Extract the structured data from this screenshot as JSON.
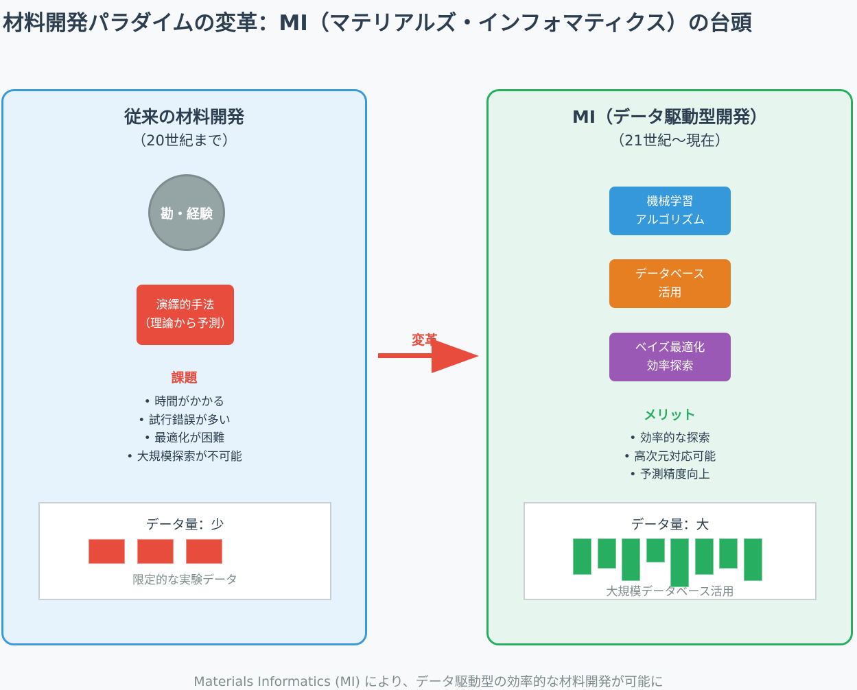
{
  "title": "材料開発パラダイムの変革：MI（マテリアルズ・インフォマティクス）の台頭",
  "colors": {
    "left_accent": "#3a9ad9",
    "right_accent": "#27ae60",
    "challenge_red": "#e74c3c",
    "ml_blue": "#3498db",
    "db_orange": "#e67e22",
    "bayes_purple": "#9b59b6",
    "intuition_gray": "#95a5a6"
  },
  "left_panel": {
    "title": "従来の材料開発",
    "subtitle": "（20世紀まで）",
    "circle_label": "勘・経験",
    "method_box": {
      "line1": "演繹的手法",
      "line2": "（理論から予測）"
    },
    "challenges_heading": "課題",
    "challenges": [
      "• 時間がかかる",
      "• 試行錯誤が多い",
      "• 最適化が困難",
      "• 大規模探索が不可能"
    ],
    "data_card": {
      "title": "データ量：少",
      "block_count": 3,
      "caption": "限定的な実験データ"
    }
  },
  "transition": {
    "label": "変革",
    "icon": "right-arrow-icon"
  },
  "right_panel": {
    "title": "MI（データ駆動型開発）",
    "subtitle": "（21世紀〜現在）",
    "boxes": [
      {
        "line1": "機械学習",
        "line2": "アルゴリズム"
      },
      {
        "line1": "データベース",
        "line2": "活用"
      },
      {
        "line1": "ベイズ最適化",
        "line2": "効率探索"
      }
    ],
    "merits_heading": "メリット",
    "merits": [
      "• 効率的な探索",
      "• 高次元対応可能",
      "• 予測精度向上"
    ],
    "data_card": {
      "title": "データ量：大",
      "bar_relative_heights": [
        0.75,
        0.62,
        0.87,
        0.49,
        1.0,
        0.75,
        0.62,
        0.87
      ],
      "caption": "大規模データベース活用"
    }
  },
  "footer": "Materials Informatics (MI) により、データ駆動型の効率的な材料開発が可能に"
}
